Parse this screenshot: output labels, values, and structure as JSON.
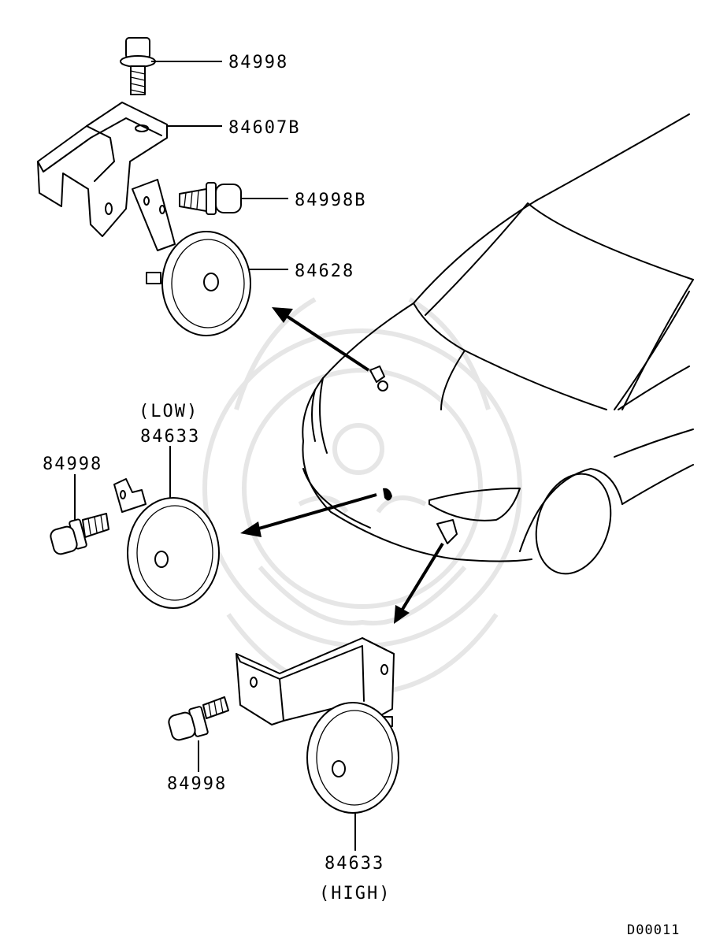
{
  "labels": {
    "bolt_top": "84998",
    "bracket_top": "84607B",
    "bolt_top_right": "84998B",
    "horn_top": "84628",
    "low_tag": "(LOW)",
    "horn_low": "84633",
    "bolt_left": "84998",
    "bolt_bottom": "84998",
    "horn_high": "84633",
    "high_tag": "(HIGH)",
    "diagram_code": "D00011"
  },
  "colors": {
    "line": "#000000",
    "background": "#ffffff",
    "watermark": "#e6e6e6"
  }
}
